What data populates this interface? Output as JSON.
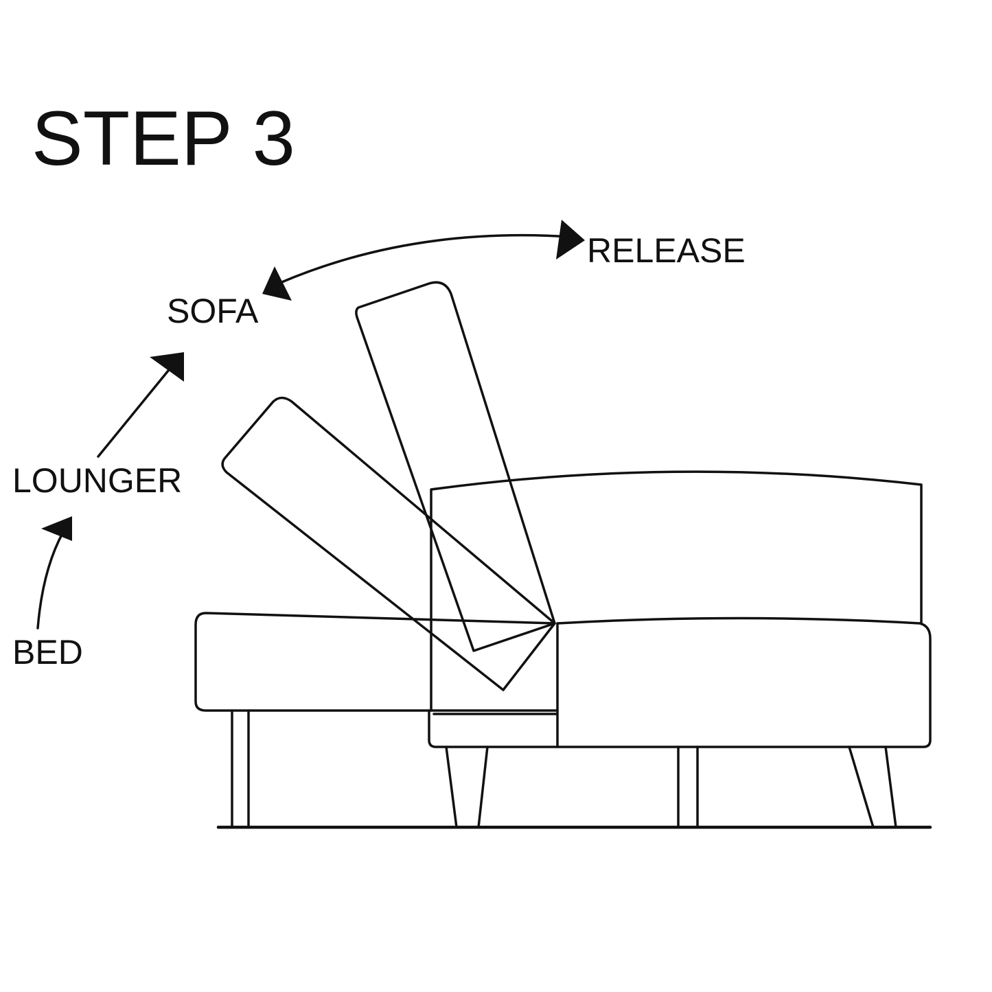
{
  "title": "STEP 3",
  "labels": {
    "release": "RELEASE",
    "sofa": "SOFA",
    "lounger": "LOUNGER",
    "bed": "BED"
  }
}
